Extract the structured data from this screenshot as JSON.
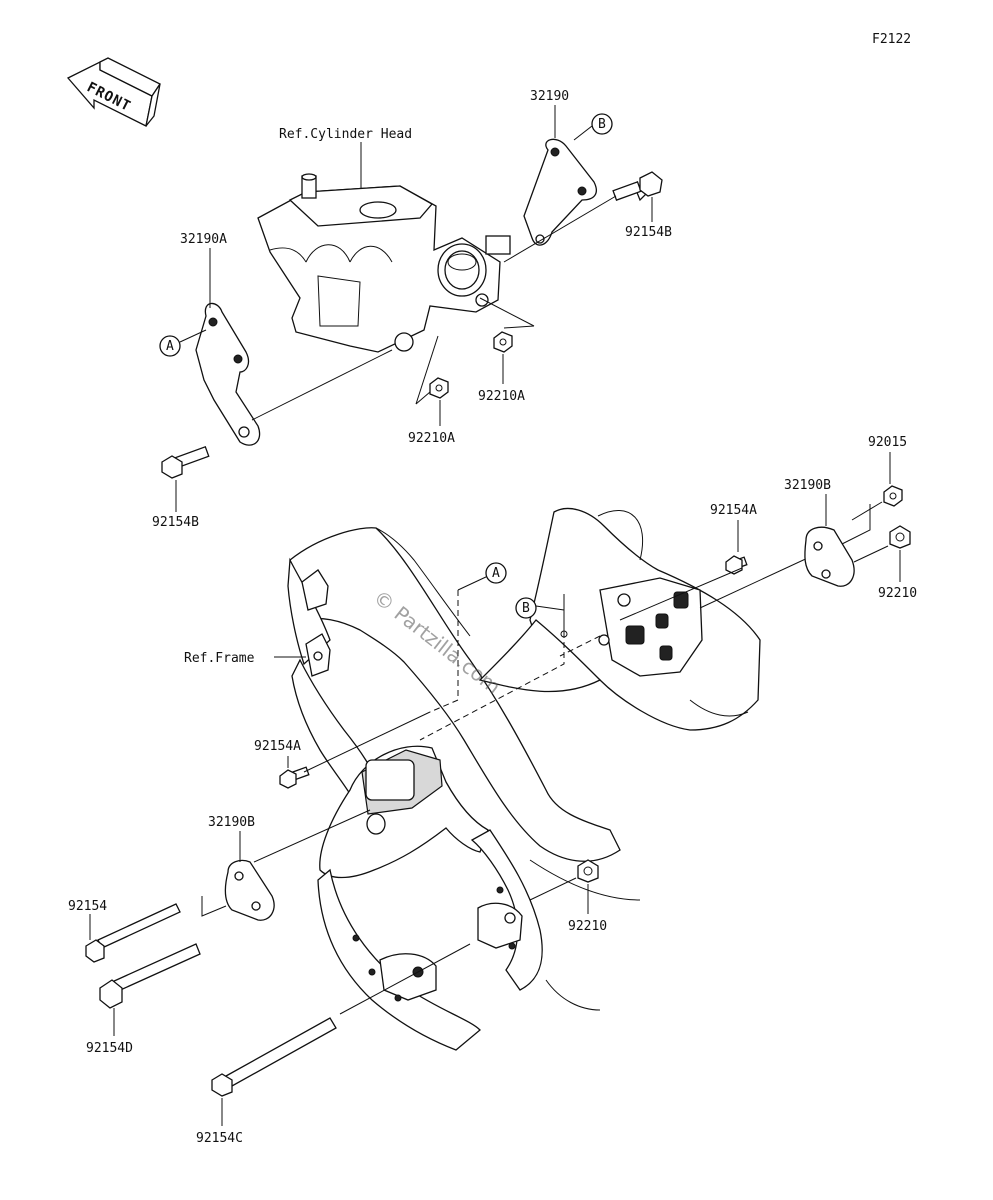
{
  "figure_code": "F2122",
  "front_label": "FRONT",
  "watermark": "© Partzilla.com",
  "references": {
    "cylinder_head": "Ref.Cylinder Head",
    "frame": "Ref.Frame"
  },
  "callouts": {
    "a": "A",
    "b": "B"
  },
  "parts": {
    "p32190": "32190",
    "p32190A": "32190A",
    "p32190B_upper": "32190B",
    "p32190B_lower": "32190B",
    "p92154B_upper": "92154B",
    "p92154B_left": "92154B",
    "p92210A_right": "92210A",
    "p92210A_left": "92210A",
    "p92015": "92015",
    "p92154A_upper": "92154A",
    "p92154A_lower": "92154A",
    "p92210_upper": "92210",
    "p92210_lower": "92210",
    "p92154": "92154",
    "p92154D": "92154D",
    "p92154C": "92154C"
  }
}
